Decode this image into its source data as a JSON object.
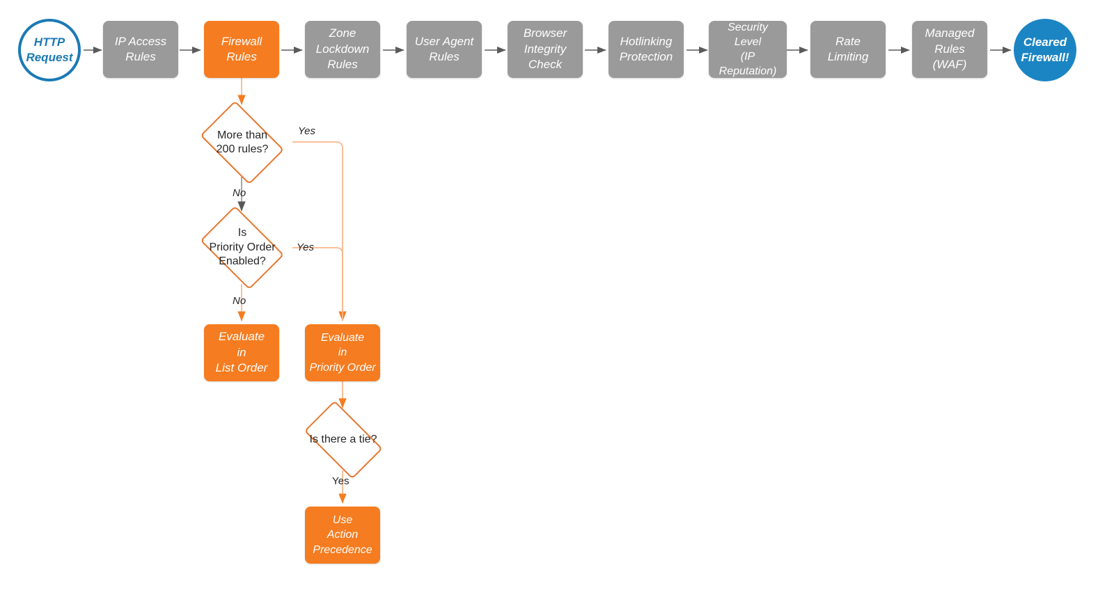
{
  "diagram": {
    "title": "Cloudflare Firewall Rules Evaluation Order",
    "colors": {
      "gray_box": "#9a9a9a",
      "orange_box": "#f57c20",
      "orange_stroke": "#e8762d",
      "orange_wire": "#fbb68a",
      "blue_start_stroke": "#1b7ab5",
      "blue_end_fill": "#1b85c4",
      "gray_wire": "#5a5a5a",
      "text_dark": "#262626",
      "text_light": "#ffffff",
      "background": "#ffffff"
    }
  },
  "pipeline": {
    "start": {
      "label": "HTTP\nRequest",
      "shape": "circle-outline"
    },
    "steps": [
      {
        "id": "ip-access-rules",
        "label": "IP Access\nRules",
        "style": "gray"
      },
      {
        "id": "firewall-rules",
        "label": "Firewall\nRules",
        "style": "orange"
      },
      {
        "id": "zone-lockdown-rules",
        "label": "Zone\nLockdown\nRules",
        "style": "gray"
      },
      {
        "id": "user-agent-rules",
        "label": "User Agent\nRules",
        "style": "gray"
      },
      {
        "id": "browser-integrity",
        "label": "Browser\nIntegrity\nCheck",
        "style": "gray"
      },
      {
        "id": "hotlinking-protection",
        "label": "Hotlinking\nProtection",
        "style": "gray"
      },
      {
        "id": "security-level",
        "label": "Security\nLevel\n(IP Reputation)",
        "style": "gray"
      },
      {
        "id": "rate-limiting",
        "label": "Rate\nLimiting",
        "style": "gray"
      },
      {
        "id": "managed-rules-waf",
        "label": "Managed\nRules\n(WAF)",
        "style": "gray"
      }
    ],
    "end": {
      "label": "Cleared\nFirewall!",
      "shape": "circle-filled"
    }
  },
  "branch": {
    "decisions": [
      {
        "id": "more-than-200-rules",
        "label": "More than\n200 rules?"
      },
      {
        "id": "priority-order-enabled",
        "label": "Is\nPriority Order\nEnabled?"
      },
      {
        "id": "is-there-a-tie",
        "label": "Is there a tie?"
      }
    ],
    "outcomes": [
      {
        "id": "evaluate-list-order",
        "label": "Evaluate\nin\nList Order"
      },
      {
        "id": "evaluate-priority-order",
        "label": "Evaluate\nin\nPriority Order"
      },
      {
        "id": "use-action-precedence",
        "label": "Use\nAction\nPrecedence"
      }
    ],
    "edge_labels": {
      "more_than_200_yes": "Yes",
      "more_than_200_no": "No",
      "priority_order_yes": "Yes",
      "priority_order_no": "No",
      "tie_yes": "Yes"
    }
  }
}
